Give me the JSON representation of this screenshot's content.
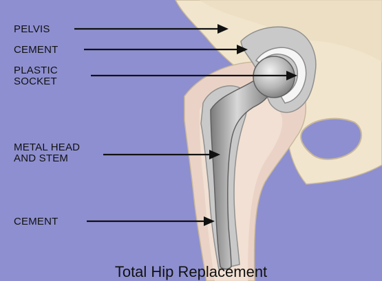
{
  "title": "Total Hip Replacement",
  "labels": {
    "pelvis": "PELVIS",
    "cement_top": "CEMENT",
    "plastic_socket_line1": "PLASTIC",
    "plastic_socket_line2": "SOCKET",
    "metal_head_line1": "METAL HEAD",
    "metal_head_line2": "AND STEM",
    "cement_bottom": "CEMENT"
  },
  "colors": {
    "background": "#8e8fd0",
    "bone": "#f1e6cd",
    "bone_shade": "#ead3c6",
    "cement": "#c9c9c9",
    "metal": "#9a9a9a",
    "plastic": "#f5f5f5"
  }
}
